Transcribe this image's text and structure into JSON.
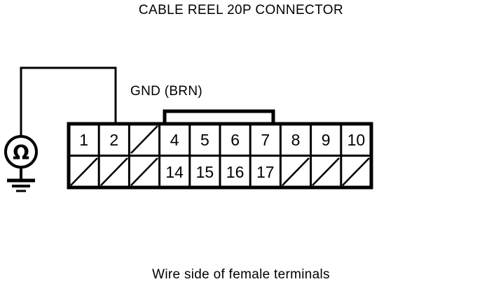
{
  "title": "CABLE REEL 20P CONNECTOR",
  "caption": "Wire side of female terminals",
  "labels": {
    "gnd": "GND (BRN)"
  },
  "colors": {
    "line": "#000000",
    "background": "#ffffff"
  },
  "meter": {
    "type": "ohmmeter",
    "symbol": "Ω",
    "grounded": true,
    "probe_target_pin": "2"
  },
  "connector": {
    "name": "CABLE REEL 20P CONNECTOR",
    "columns": 10,
    "rows": 2,
    "has_top_tab": true,
    "tab_spans_columns": [
      4,
      7
    ],
    "top_row": [
      {
        "col": 1,
        "label": "1",
        "used": true
      },
      {
        "col": 2,
        "label": "2",
        "used": true
      },
      {
        "col": 3,
        "label": "",
        "used": false
      },
      {
        "col": 4,
        "label": "4",
        "used": true
      },
      {
        "col": 5,
        "label": "5",
        "used": true
      },
      {
        "col": 6,
        "label": "6",
        "used": true
      },
      {
        "col": 7,
        "label": "7",
        "used": true
      },
      {
        "col": 8,
        "label": "8",
        "used": true
      },
      {
        "col": 9,
        "label": "9",
        "used": true
      },
      {
        "col": 10,
        "label": "10",
        "used": true
      }
    ],
    "bottom_row": [
      {
        "col": 1,
        "label": "",
        "used": false
      },
      {
        "col": 2,
        "label": "",
        "used": false
      },
      {
        "col": 3,
        "label": "",
        "used": false
      },
      {
        "col": 4,
        "label": "14",
        "used": true
      },
      {
        "col": 5,
        "label": "15",
        "used": true
      },
      {
        "col": 6,
        "label": "16",
        "used": true
      },
      {
        "col": 7,
        "label": "17",
        "used": true
      },
      {
        "col": 8,
        "label": "",
        "used": false
      },
      {
        "col": 9,
        "label": "",
        "used": false
      },
      {
        "col": 10,
        "label": "",
        "used": false
      }
    ]
  }
}
